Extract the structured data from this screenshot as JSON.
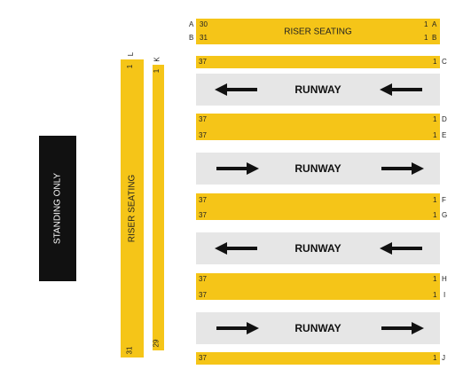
{
  "riser_top": {
    "label": "RISER SEATING",
    "rows": [
      {
        "left_letter": "A",
        "start": "30",
        "end": "1",
        "right_letter": "A"
      },
      {
        "left_letter": "B",
        "start": "31",
        "end": "1",
        "right_letter": "B"
      }
    ]
  },
  "seat_rows": [
    {
      "id": "C",
      "start": "37",
      "end": "1"
    },
    {
      "id": "D",
      "start": "37",
      "end": "1"
    },
    {
      "id": "E",
      "start": "37",
      "end": "1"
    },
    {
      "id": "F",
      "start": "37",
      "end": "1"
    },
    {
      "id": "G",
      "start": "37",
      "end": "1"
    },
    {
      "id": "H",
      "start": "37",
      "end": "1"
    },
    {
      "id": "I",
      "start": "37",
      "end": "1"
    },
    {
      "id": "J",
      "start": "37",
      "end": "1"
    }
  ],
  "runways": [
    {
      "label": "RUNWAY",
      "direction": "left"
    },
    {
      "label": "RUNWAY",
      "direction": "right"
    },
    {
      "label": "RUNWAY",
      "direction": "left"
    },
    {
      "label": "RUNWAY",
      "direction": "right"
    }
  ],
  "riser_side": {
    "label": "RISER SEATING",
    "row_l": {
      "letter": "L",
      "top": "1",
      "bottom": "31"
    },
    "row_k": {
      "letter": "K",
      "top": "1",
      "bottom": "29"
    }
  },
  "standing": {
    "label": "STANDING ONLY"
  },
  "colors": {
    "seat": "#f5c518",
    "runway": "#e6e6e6",
    "standing": "#111111"
  }
}
